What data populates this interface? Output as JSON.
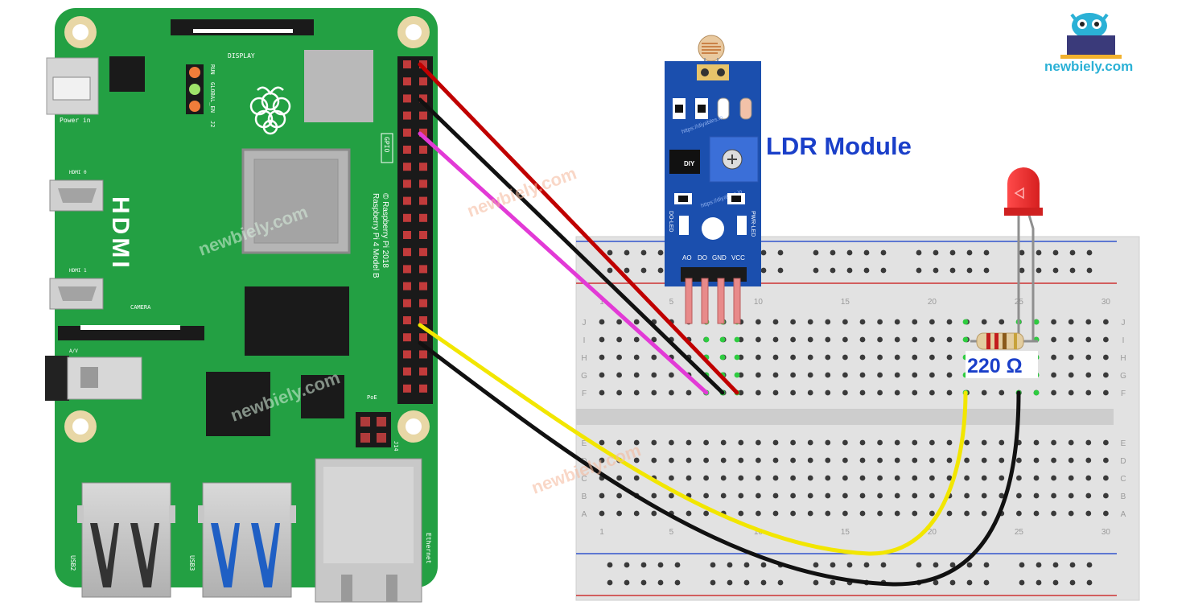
{
  "diagram": {
    "module_title": "LDR Module",
    "resistor_label": "220 Ω",
    "brand": "newbiely.com",
    "watermark": "newbiely.com",
    "ldr_watermark": "https://diyables.io",
    "colors": {
      "board": "#23a043",
      "board_dark": "#1d8a38",
      "module": "#1b4fae",
      "wire_vcc": "#c00000",
      "wire_gnd": "#111111",
      "wire_ao": "#e23ad6",
      "wire_led": "#f2e600",
      "title": "#1a3fc9",
      "label_blue": "#1a3fc9"
    },
    "pi": {
      "display": "DISPLAY",
      "camera": "CAMERA",
      "power_in": "Power in",
      "hdmi": "HDMI",
      "hdmi0": "HDMI 0",
      "hdmi1": "HDMI 1",
      "av": "A/V",
      "run": "RUN",
      "global_en": "GLOBAL_EN",
      "j2": "J2",
      "gpio": "GPIO",
      "model_line1": "Raspberry Pi 4 Model B",
      "model_line2": "© Raspberry Pi 2018",
      "poe": "PoE",
      "j14": "J14",
      "usb2": "USB2",
      "usb3": "USB3",
      "ethernet": "Ethernet"
    },
    "ldr": {
      "pins": [
        "AO",
        "DO",
        "GND",
        "VCC"
      ],
      "do_led": "DO-LED",
      "pwr_led": "PWR-LED",
      "diy": "DIY"
    },
    "breadboard": {
      "top_rows": [
        "J",
        "I",
        "H",
        "G",
        "F"
      ],
      "bottom_rows": [
        "E",
        "D",
        "C",
        "B",
        "A"
      ],
      "col_numbers": [
        "1",
        "5",
        "10",
        "15",
        "20",
        "25",
        "30"
      ]
    }
  }
}
